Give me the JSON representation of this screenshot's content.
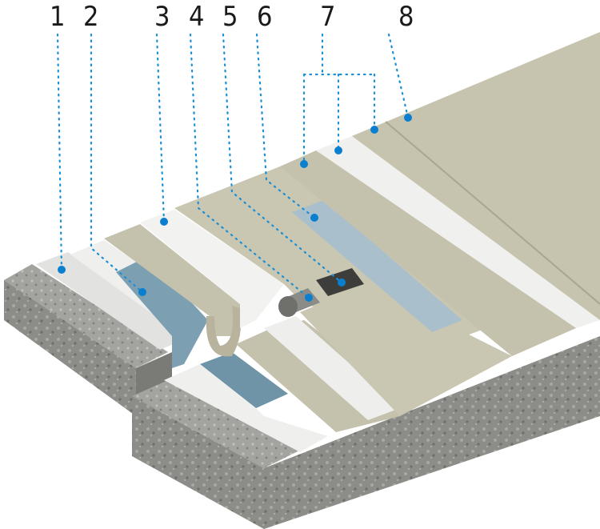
{
  "diagram": {
    "labels": [
      "1",
      "2",
      "3",
      "4",
      "5",
      "6",
      "7",
      "8"
    ],
    "colors": {
      "concrete": "#8a8a86",
      "membrane": "#c4c1ac",
      "fleece": "#eeeeec",
      "blue_strip": "#7d9fb2",
      "leader": "#1a8fd6"
    }
  }
}
